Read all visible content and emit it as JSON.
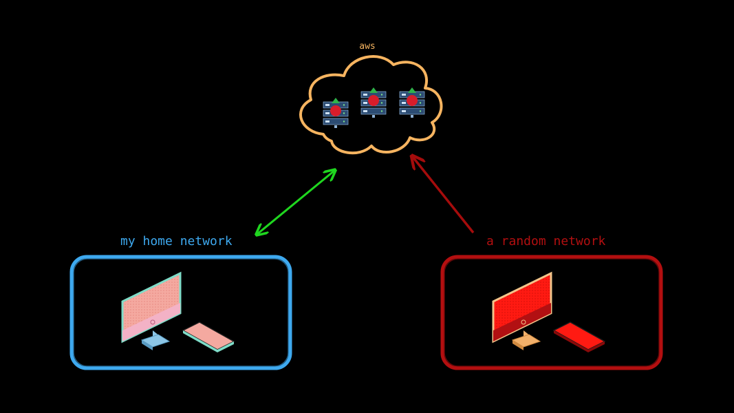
{
  "labels": {
    "cloud": "aws",
    "home_network": "my home network",
    "random_network": "a random network"
  },
  "colors": {
    "background": "#000000",
    "cloud": "#f6b460",
    "home": "#3ea9ef",
    "random": "#b30f10",
    "home_arrow": "#1fd61f",
    "random_arrow": "#a50c0c",
    "server_green": "#2fb34a",
    "server_red": "#d81d2b",
    "server_blue": "#2c4c73"
  },
  "icons": {
    "cloud": "cloud-icon",
    "server": "server-rack-icon",
    "desktop": "desktop-computer-icon",
    "phone": "smartphone-icon"
  }
}
